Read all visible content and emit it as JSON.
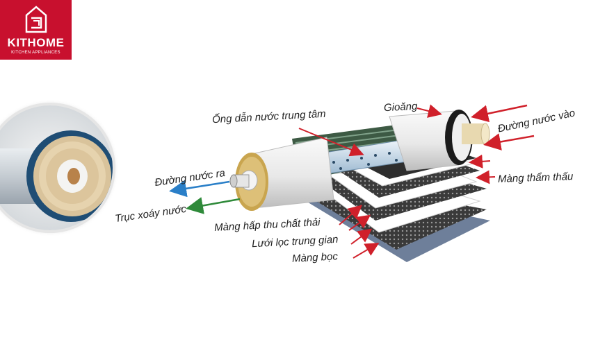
{
  "brand": {
    "name": "KITHOME",
    "tagline": "KITCHEN APPLIANCES",
    "color": "#c8102e"
  },
  "labels": {
    "gasket": "Gioăng",
    "central_tube": "Ống dẫn nước trung tâm",
    "water_in": "Đường nước vào",
    "water_out": "Đường nước ra",
    "osmosis_membrane": "Màng thẩm thấu",
    "vortex_axis": "Trục xoáy nước",
    "absorb_membrane": "Màng hấp thu chất thải",
    "intermediate_mesh": "Lưới lọc trung gian",
    "wrap_membrane": "Màng bọc"
  },
  "colors": {
    "arrow_red": "#d0202a",
    "arrow_blue": "#2a7fc8",
    "arrow_green": "#2f8a3a"
  }
}
